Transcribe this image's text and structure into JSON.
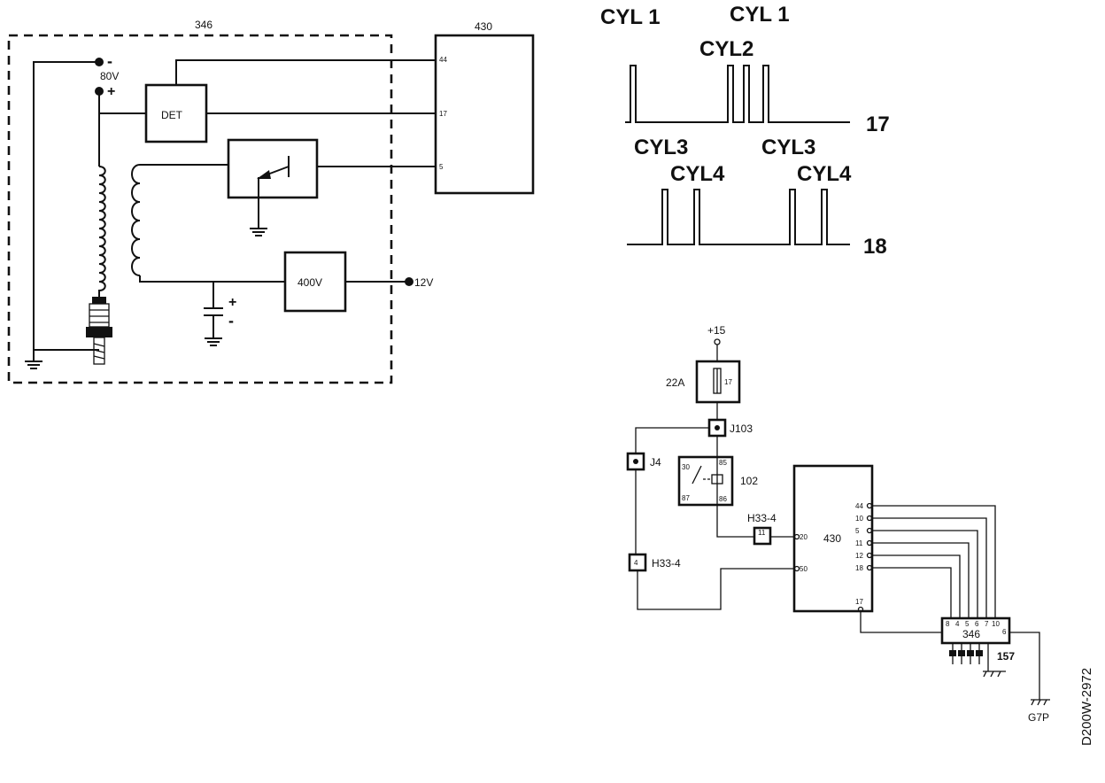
{
  "ignition_schematic": {
    "module_number": "346",
    "ecu_number": "430",
    "ecu_pins": {
      "p44": "44",
      "p17": "17",
      "p5": "5"
    },
    "supply_label": "80V",
    "minus_sign": "-",
    "plus_sign": "+",
    "detector_label": "DET",
    "converter_label": "400V",
    "battery_label": "12V",
    "capacitor_plus": "+",
    "capacitor_minus": "-"
  },
  "waveforms": {
    "top": {
      "labels": {
        "cyl1_a": "CYL 1",
        "cyl1_b": "CYL 1",
        "cyl2": "CYL2"
      },
      "channel": "17"
    },
    "bottom": {
      "labels": {
        "cyl3_a": "CYL3",
        "cyl3_b": "CYL3",
        "cyl4_a": "CYL4",
        "cyl4_b": "CYL4"
      },
      "channel": "18"
    }
  },
  "wiring_diagram": {
    "supply": "+15",
    "fuse_rating": "22A",
    "fuse_number": "17",
    "connector_j103": "J103",
    "connector_j4": "J4",
    "relay_number": "102",
    "relay_pins": {
      "p30": "30",
      "p87": "87",
      "p85": "85",
      "p86": "86"
    },
    "h33_top": "H33-4",
    "h33_top_pin": "11",
    "h33_bottom": "H33-4",
    "ecu_number": "430",
    "ecu_pins": {
      "p20": "20",
      "p50": "50",
      "right": [
        "44",
        "10",
        "5",
        "11",
        "12",
        "18"
      ],
      "p17": "17"
    },
    "module_number": "346",
    "module_pins": [
      "8",
      "4",
      "5",
      "6",
      "7",
      "10",
      "6"
    ],
    "plug_number": "157",
    "ground": "G7P"
  },
  "figure_code": "D200W-2972"
}
